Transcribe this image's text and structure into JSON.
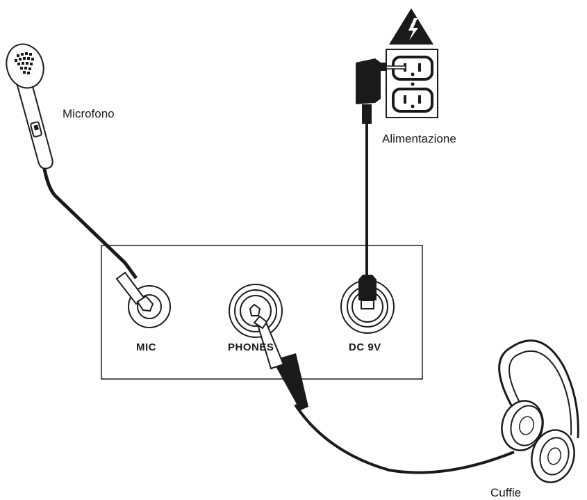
{
  "labels": {
    "microphone": "Microfono",
    "power": "Alimentazione",
    "headphones": "Cuffie"
  },
  "panel": {
    "ports": {
      "mic": "MIC",
      "phones": "PHONES",
      "dc": "DC 9V"
    }
  },
  "icons": [
    "microphone-icon",
    "headphones-icon",
    "power-outlet-icon",
    "power-adapter-icon",
    "warning-lightning-icon"
  ],
  "colors": {
    "line": "#1a1a1a",
    "background": "#ffffff"
  }
}
